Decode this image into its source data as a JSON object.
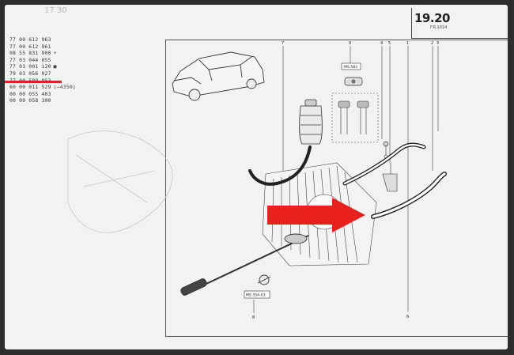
{
  "header": {
    "page_code": "19.20",
    "page_sub": "F.R.1014",
    "faint_title": "17 30"
  },
  "parts_list": [
    {
      "number": "77 00 612 963",
      "mark": ""
    },
    {
      "number": "77 00 612 961",
      "mark": ""
    },
    {
      "number": "08 55 831 900",
      "mark": "+"
    },
    {
      "number": "77 03 044 055",
      "mark": ""
    },
    {
      "number": "77 03 001 120",
      "mark": "■"
    },
    {
      "number": "79 03 056 027",
      "mark": ""
    },
    {
      "number": "77 00 589 953",
      "mark": ""
    },
    {
      "number": "60 00 011 529",
      "mark": "(→4350)"
    },
    {
      "number": "00 00 055 403",
      "mark": ""
    },
    {
      "number": "00 00 058 300",
      "mark": ""
    }
  ],
  "callouts": {
    "n7": "7",
    "n9": "9",
    "n4": "4",
    "n5": "5",
    "n1": "1",
    "n2": "2",
    "n3": "3",
    "n8": "8",
    "n6": "6"
  },
  "tool_labels": {
    "top_tool": "MS 583",
    "bottom_tool": "MS 554-03"
  },
  "highlight": {
    "arrow_color": "#e8211d",
    "underline_color": "#d7261f"
  }
}
